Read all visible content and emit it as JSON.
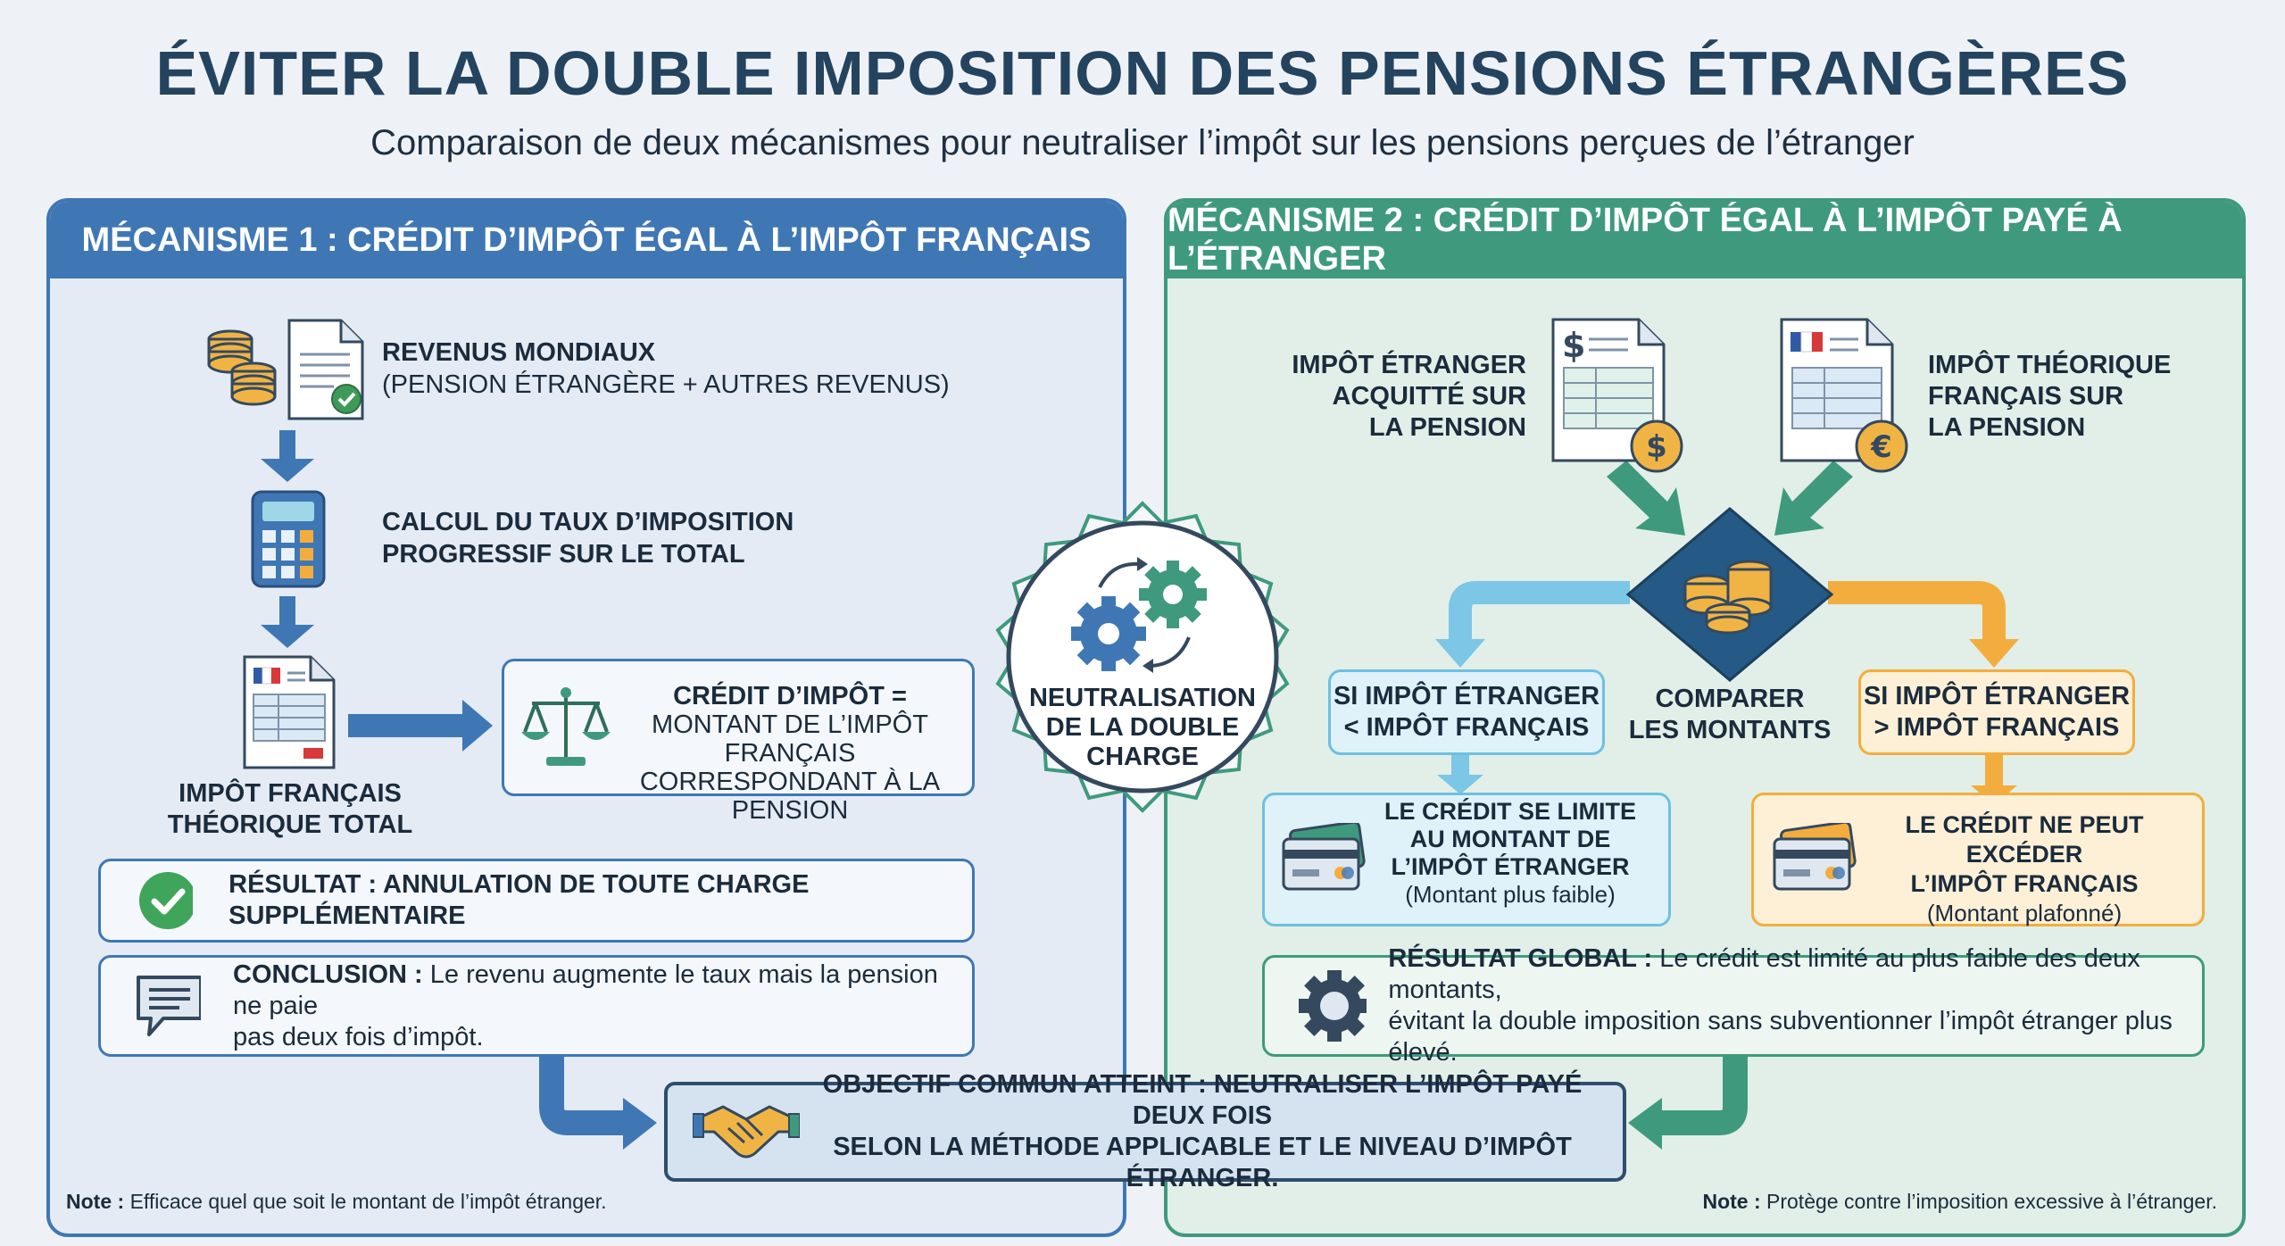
{
  "header": {
    "title": "ÉVITER LA DOUBLE IMPOSITION DES PENSIONS ÉTRANGÈRES",
    "subtitle": "Comparaison de deux mécanismes pour neutraliser l’impôt sur les pensions perçues de l’étranger"
  },
  "left": {
    "heading": "MÉCANISME 1 : CRÉDIT D’IMPÔT ÉGAL À L’IMPÔT FRANÇAIS",
    "step1": {
      "title": "REVENUS MONDIAUX",
      "detail": "(PENSION ÉTRANGÈRE + AUTRES REVENUS)"
    },
    "step2": {
      "line1": "CALCUL DU TAUX D’IMPOSITION",
      "line2": "PROGRESSIF SUR LE TOTAL"
    },
    "step3": {
      "line1": "IMPÔT FRANÇAIS",
      "line2": "THÉORIQUE TOTAL"
    },
    "credit": {
      "line1": "CRÉDIT D’IMPÔT =",
      "line2": "MONTANT DE L’IMPÔT FRANÇAIS",
      "line3": "CORRESPONDANT À LA PENSION"
    },
    "result": "RÉSULTAT : ANNULATION DE TOUTE CHARGE SUPPLÉMENTAIRE",
    "conclusion": {
      "label": "CONCLUSION :",
      "line1": "Le revenu augmente le taux mais la pension ne paie",
      "line2": "pas deux fois d’impôt."
    },
    "note": {
      "label": "Note :",
      "text": "Efficace quel que soit le montant de l’impôt étranger."
    }
  },
  "center": {
    "line1": "NEUTRALISATION",
    "line2": "DE LA DOUBLE",
    "line3": "CHARGE"
  },
  "right": {
    "heading": "MÉCANISME 2 : CRÉDIT D’IMPÔT ÉGAL À L’IMPÔT PAYÉ À L’ÉTRANGER",
    "foreign_tax": {
      "line1": "IMPÔT ÉTRANGER",
      "line2": "ACQUITTÉ SUR",
      "line3": "LA PENSION"
    },
    "french_tax": {
      "line1": "IMPÔT THÉORIQUE",
      "line2": "FRANÇAIS SUR",
      "line3": "LA PENSION"
    },
    "compare": {
      "line1": "COMPARER",
      "line2": "LES MONTANTS"
    },
    "case_lower": {
      "line1": "SI IMPÔT ÉTRANGER",
      "line2": "< IMPÔT FRANÇAIS"
    },
    "case_higher": {
      "line1": "SI IMPÔT ÉTRANGER",
      "line2": "> IMPÔT FRANÇAIS"
    },
    "outcome_lower": {
      "line1": "LE CRÉDIT SE LIMITE",
      "line2": "AU MONTANT DE",
      "line3": "L’IMPÔT ÉTRANGER",
      "line4": "(Montant plus faible)"
    },
    "outcome_higher": {
      "line1": "LE CRÉDIT NE PEUT EXCÉDER",
      "line2": "L’IMPÔT FRANÇAIS",
      "line3": "(Montant plafonné)"
    },
    "global": {
      "label": "RÉSULTAT GLOBAL :",
      "line1": "Le crédit est limité au plus faible des deux montants,",
      "line2": "évitant la double imposition sans subventionner l’impôt étranger plus élevé."
    },
    "note": {
      "label": "Note :",
      "text": "Protège contre l’imposition excessive à l’étranger."
    }
  },
  "objective": {
    "line1": "OBJECTIF COMMUN ATTEINT : NEUTRALISER L’IMPÔT PAYÉ DEUX FOIS",
    "line2": "SELON LA MÉTHODE APPLICABLE ET LE NIVEAU D’IMPÔT ÉTRANGER."
  },
  "icons": [
    "coins-icon",
    "document-check-icon",
    "calculator-icon",
    "tax-form-icon",
    "scale-icon",
    "check-circle-icon",
    "chat-bubble-icon",
    "gears-icon",
    "dollar-document-icon",
    "euro-document-icon",
    "coins-diamond-icon",
    "credit-card-icon",
    "gear-icon",
    "handshake-icon"
  ],
  "colors": {
    "blue": "#3f77b5",
    "green": "#3f9a7d",
    "light_blue": "#6ec0e0",
    "orange": "#f3ad3e",
    "title": "#24435f"
  }
}
